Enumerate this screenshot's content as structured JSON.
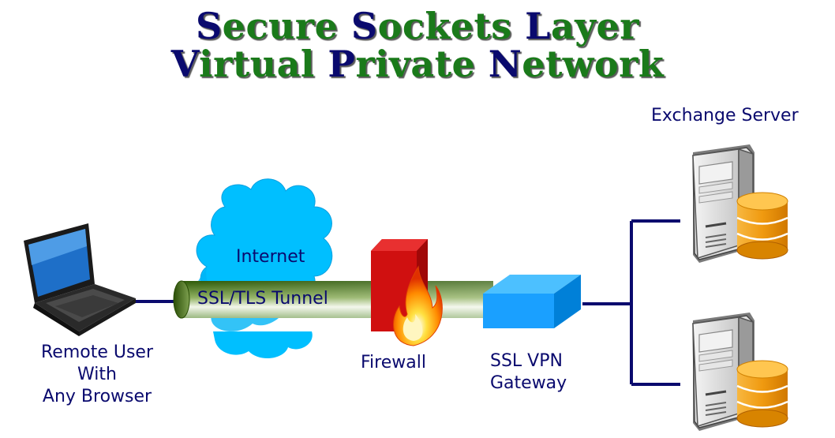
{
  "title": {
    "line1": [
      {
        "text": "S",
        "cap": true
      },
      {
        "text": "ecure ",
        "cap": false
      },
      {
        "text": "S",
        "cap": true
      },
      {
        "text": "ockets ",
        "cap": false
      },
      {
        "text": "L",
        "cap": true
      },
      {
        "text": "ayer",
        "cap": false
      }
    ],
    "line2": [
      {
        "text": "V",
        "cap": true
      },
      {
        "text": "irtual ",
        "cap": false
      },
      {
        "text": "P",
        "cap": true
      },
      {
        "text": "rivate ",
        "cap": false
      },
      {
        "text": "N",
        "cap": true
      },
      {
        "text": "etwork",
        "cap": false
      }
    ]
  },
  "labels": {
    "exchange_server": "Exchange Server",
    "internet": "Internet",
    "tunnel": "SSL/TLS Tunnel",
    "firewall": "Firewall",
    "gateway_line1": "SSL VPN",
    "gateway_line2": "Gateway",
    "remote_line1": "Remote User",
    "remote_line2": "With",
    "remote_line3": "Any Browser"
  },
  "colors": {
    "title_caps": "#0a0a6e",
    "title_rest": "#1a7a1a",
    "label_text": "#0a0a6e",
    "connector": "#0a0a6e",
    "cloud": "#00bfff",
    "tunnel": "#3a6a10",
    "firewall": "#d01010",
    "gateway": "#1aa0ff",
    "database": "#f0a020"
  },
  "icons": [
    "laptop-icon",
    "cloud-icon",
    "firewall-icon",
    "flame-icon",
    "gateway-icon",
    "server-icon",
    "database-icon"
  ]
}
